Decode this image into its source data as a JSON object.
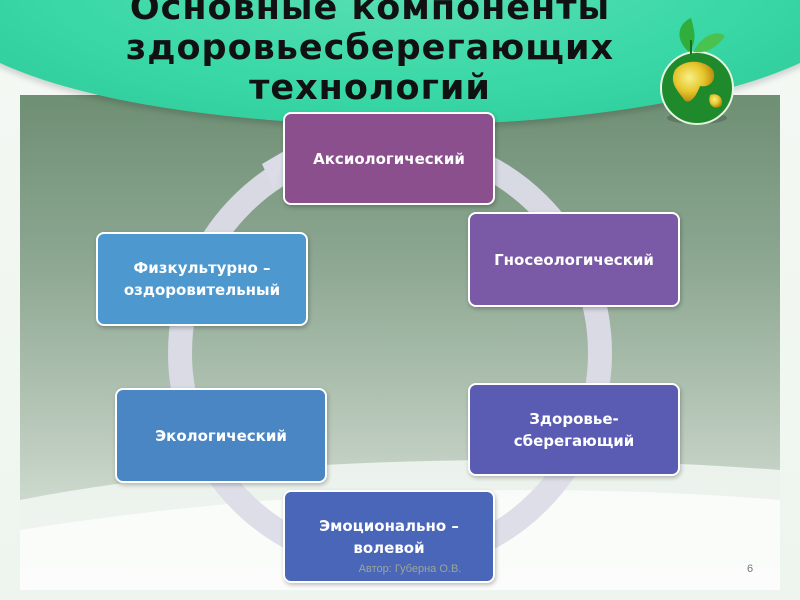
{
  "title": "Основные компоненты\nздоровьесберегающих\nтехнологий",
  "components": [
    {
      "label": "Аксиологический"
    },
    {
      "label": "Гносеологический"
    },
    {
      "label": "Здоровье-\nсберегающий"
    },
    {
      "label": "Эмоционально –\nволевой"
    },
    {
      "label": "Экологический"
    },
    {
      "label": "Физкультурно –\nоздоровительный"
    }
  ],
  "footer": "Автор: Губерна О.В.",
  "page_number": "6",
  "colors": {
    "header": "#39d8a6",
    "arrow": "#dcdce8",
    "box_aksiolog": "#8a4f8c",
    "box_gnoseolog": "#7a5aa6",
    "box_zdorov": "#5a5bb3",
    "box_emocion": "#4a66b8",
    "box_ekolog": "#4a86c4",
    "box_fizkult": "#4d98cf"
  },
  "icons": [
    "globe-icon",
    "leaves-icon"
  ]
}
